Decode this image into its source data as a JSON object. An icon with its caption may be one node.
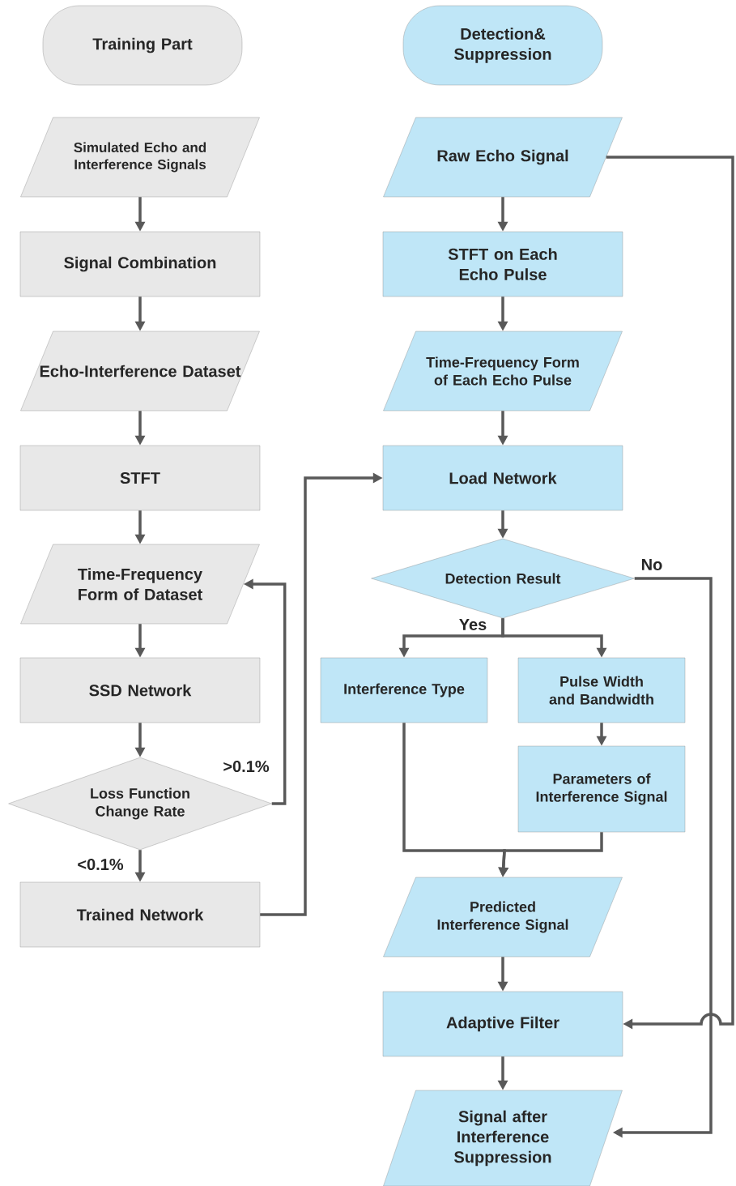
{
  "diagram": {
    "nodes": [
      {
        "text": [
          "Training Part"
        ]
      },
      {
        "text": [
          "Detection& Suppression"
        ]
      },
      {
        "text": [
          "Simulated Echo and Interference Signals"
        ]
      },
      {
        "text": [
          "Signal Combination"
        ]
      },
      {
        "text": [
          "Echo-Interference Dataset"
        ]
      },
      {
        "text": [
          "STFT"
        ]
      },
      {
        "text": [
          "Time-Frequency Form of Dataset"
        ]
      },
      {
        "text": [
          "SSD Network"
        ]
      },
      {
        "text": [
          "Loss Function Change Rate"
        ]
      },
      {
        "text": [
          "Trained Network"
        ]
      },
      {
        "text": [
          "Raw Echo Signal"
        ]
      },
      {
        "text": [
          "STFT on Each Echo Pulse"
        ]
      },
      {
        "text": [
          "Time-Frequency Form of Each Echo Pulse"
        ]
      },
      {
        "text": [
          "Load Network"
        ]
      },
      {
        "text": [
          "Detection Result"
        ]
      },
      {
        "text": [
          "Interference Type"
        ]
      },
      {
        "text": [
          "Pulse Width and Bandwidth"
        ]
      },
      {
        "text": [
          "Parameters of Interference Signal"
        ]
      },
      {
        "text": [
          "Predicted Interference Signal"
        ]
      },
      {
        "text": [
          "Adaptive Filter"
        ]
      },
      {
        "text": [
          "Signal after Interference Suppression"
        ]
      }
    ],
    "edges": [
      {
        "from": 2,
        "to": 3,
        "arrow": "to"
      },
      {
        "from": 3,
        "to": 4,
        "arrow": "to"
      },
      {
        "from": 4,
        "to": 5,
        "arrow": "to"
      },
      {
        "from": 5,
        "to": 6,
        "arrow": "to"
      },
      {
        "from": 6,
        "to": 7,
        "arrow": "to"
      },
      {
        "from": 7,
        "to": 8,
        "arrow": "to"
      },
      {
        "from": 8,
        "to": 9,
        "arrow": "to",
        "label": "<0.1%"
      },
      {
        "from": 8,
        "to": 6,
        "arrow": "to",
        "label": ">0.1%"
      },
      {
        "from": 9,
        "to": 13,
        "arrow": "to"
      },
      {
        "from": 10,
        "to": 11,
        "arrow": "to"
      },
      {
        "from": 11,
        "to": 12,
        "arrow": "to"
      },
      {
        "from": 12,
        "to": 13,
        "arrow": "to"
      },
      {
        "from": 13,
        "to": 14,
        "arrow": "to"
      },
      {
        "from": 14,
        "to": 15,
        "arrow": "to",
        "label": "Yes"
      },
      {
        "from": 14,
        "to": 16,
        "arrow": "to"
      },
      {
        "from": 16,
        "to": 17,
        "arrow": "to"
      },
      {
        "from": 15,
        "to": 18,
        "arrow": "to"
      },
      {
        "from": 17,
        "to": 18,
        "arrow": "to"
      },
      {
        "from": 18,
        "to": 19,
        "arrow": "to"
      },
      {
        "from": 19,
        "to": 20,
        "arrow": "to"
      },
      {
        "from": 14,
        "to": 20,
        "arrow": "to",
        "label": "No"
      },
      {
        "from": 10,
        "to": 19,
        "arrow": "to"
      }
    ]
  }
}
